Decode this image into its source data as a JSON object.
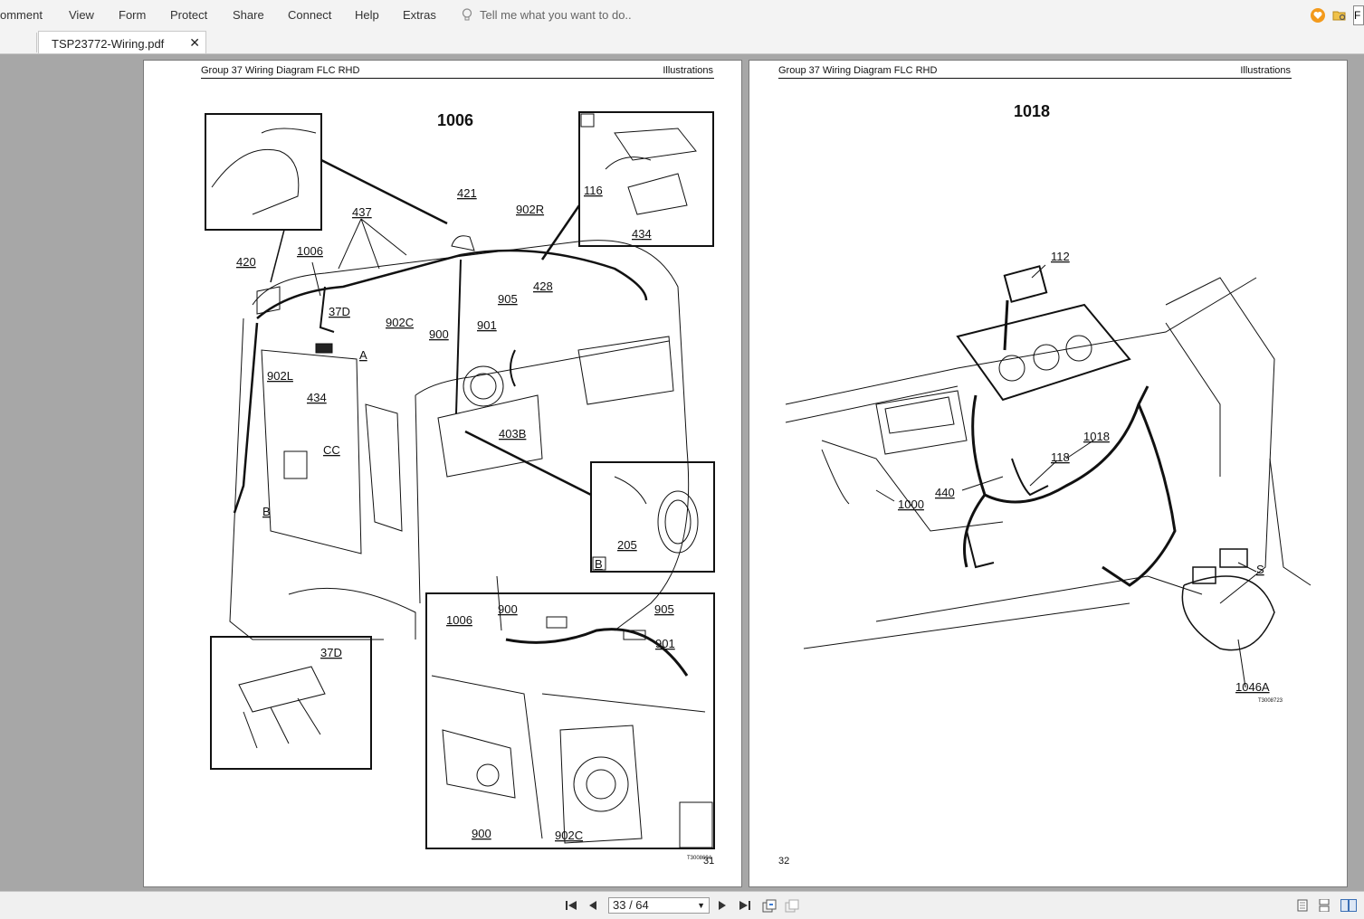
{
  "menu": {
    "items": [
      "omment",
      "View",
      "Form",
      "Protect",
      "Share",
      "Connect",
      "Help",
      "Extras"
    ],
    "tell_me": "Tell me what you want to do.."
  },
  "topright": {
    "input_value": "F"
  },
  "tab": {
    "title": "TSP23772-Wiring.pdf",
    "close": "✕"
  },
  "left_page": {
    "header_left": "Group 37 Wiring Diagram FLC RHD",
    "header_right": "Illustrations",
    "figure": "1006",
    "page_number": "31",
    "ref_code": "T3008694",
    "callouts": [
      "421",
      "902R",
      "437",
      "1006",
      "420",
      "428",
      "905",
      "901",
      "900",
      "902C",
      "37D",
      "902L",
      "434",
      "403B",
      "CC",
      "B",
      "A",
      "116",
      "434",
      "205",
      "B",
      "37D",
      "1006",
      "900",
      "905",
      "901",
      "900",
      "902C"
    ]
  },
  "right_page": {
    "header_left": "Group 37 Wiring Diagram FLC RHD",
    "header_right": "Illustrations",
    "figure": "1018",
    "page_number": "32",
    "ref_code": "T3008723",
    "callouts": [
      "112",
      "1018",
      "118",
      "440",
      "1000",
      "S",
      "1046A"
    ]
  },
  "status": {
    "page_indicator": "33 / 64"
  },
  "icons": {
    "first": "first-page-icon",
    "prev": "prev-page-icon",
    "next": "next-page-icon",
    "last": "last-page-icon"
  }
}
